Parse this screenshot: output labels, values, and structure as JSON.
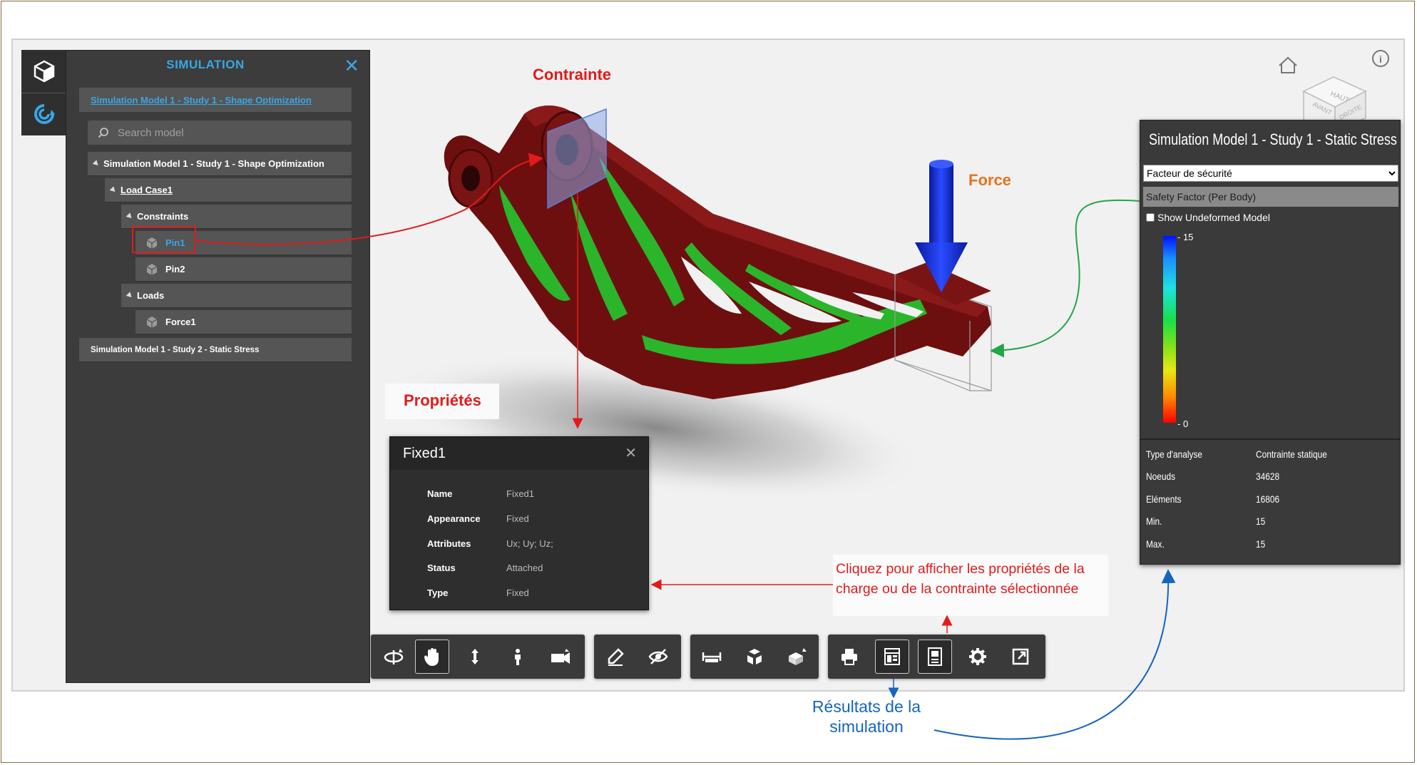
{
  "browser": {
    "title": "SIMULATION",
    "study_link": "Simulation Model 1 - Study 1 - Shape Optimization",
    "search_placeholder": "Search model",
    "tree": {
      "study1": "Simulation Model 1 - Study 1 - Shape Optimization",
      "load_case": "Load Case1",
      "constraints": "Constraints",
      "pin1": "Pin1",
      "pin2": "Pin2",
      "loads": "Loads",
      "force1": "Force1",
      "study2": "Simulation Model 1 - Study 2 - Static Stress"
    }
  },
  "annotations": {
    "constraint": "Contrainte",
    "force": "Force",
    "properties": "Propriétés",
    "hint": "Cliquez pour afficher les propriétés de la charge ou de la contrainte sélectionnée",
    "results_line1": "Résultats de la",
    "results_line2": "simulation"
  },
  "viewcube": {
    "top": "HAUT",
    "front": "AVANT",
    "right": "DROITE"
  },
  "properties": {
    "title": "Fixed1",
    "rows": [
      {
        "k": "Name",
        "v": "Fixed1"
      },
      {
        "k": "Appearance",
        "v": "Fixed"
      },
      {
        "k": "Attributes",
        "v": "Ux; Uy; Uz;"
      },
      {
        "k": "Status",
        "v": "Attached"
      },
      {
        "k": "Type",
        "v": "Fixed"
      }
    ]
  },
  "results": {
    "title": "Simulation Model 1 - Study 1 - Static Stress",
    "select_value": "Facteur de sécurité",
    "subtitle": "Safety Factor (Per Body)",
    "show_undeformed": "Show Undeformed Model",
    "legend_max": "15",
    "legend_min": "0",
    "stats": [
      {
        "k": "Type d'analyse",
        "v": "Contrainte statique"
      },
      {
        "k": "Noeuds",
        "v": "34628"
      },
      {
        "k": "Eléments",
        "v": "16806"
      },
      {
        "k": "Min.",
        "v": "15"
      },
      {
        "k": "Max.",
        "v": "15"
      }
    ]
  },
  "toolbar": {
    "groups": [
      [
        "orbit-icon",
        "pan-icon",
        "dolly-icon",
        "first-person-icon",
        "camera-icon"
      ],
      [
        "markup-icon",
        "hide-icon"
      ],
      [
        "measure-icon",
        "explode-icon",
        "model-browser-icon"
      ],
      [
        "print-icon",
        "properties-icon",
        "results-icon",
        "settings-icon",
        "fullscreen-icon"
      ]
    ],
    "active": "pan-icon"
  },
  "colors": {
    "accent": "#3aa6e3",
    "annotation_red": "#e11b1b",
    "annotation_orange": "#e8721b",
    "annotation_blue": "#1565c0",
    "annotation_green": "#22a64a",
    "model_dark_red": "#6e0f0f",
    "model_green": "#2bb52b"
  }
}
